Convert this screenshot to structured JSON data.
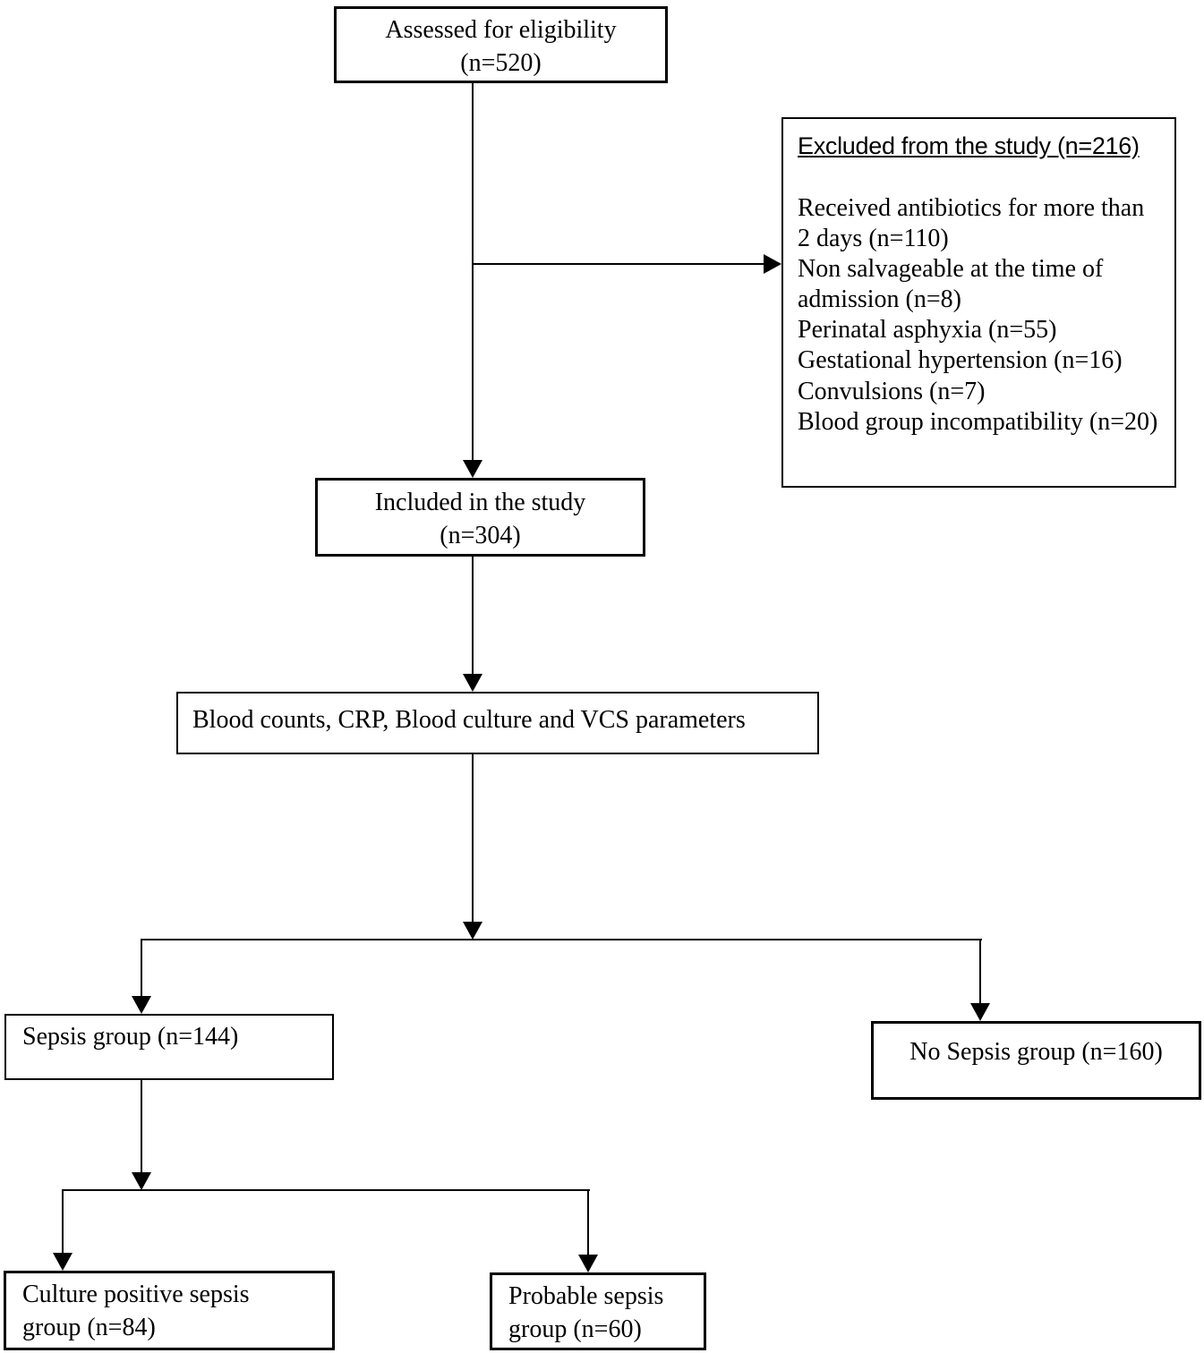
{
  "diagram": {
    "boxes": {
      "assessed": {
        "line1": "Assessed for eligibility",
        "line2": "(n=520)"
      },
      "excluded": {
        "title": "Excluded from the study (n=216)",
        "items": [
          "Received antibiotics for more than 2 days (n=110)",
          "Non salvageable at the time of admission (n=8)",
          "Perinatal asphyxia (n=55)",
          "Gestational hypertension (n=16)",
          "Convulsions (n=7)",
          "Blood group incompatibility (n=20)"
        ]
      },
      "included": {
        "line1": "Included in the study",
        "line2": "(n=304)"
      },
      "tests": {
        "label": "Blood counts, CRP, Blood culture and VCS parameters"
      },
      "sepsis": {
        "label": "Sepsis group (n=144)"
      },
      "no_sepsis": {
        "label": "No Sepsis group (n=160)"
      },
      "culture_positive": {
        "line1": "Culture positive sepsis",
        "line2": "group (n=84)"
      },
      "probable": {
        "line1": "Probable sepsis",
        "line2": "group (n=60)"
      }
    },
    "colors": {
      "line": "#000000",
      "background": "#ffffff",
      "text": "#000000"
    }
  }
}
